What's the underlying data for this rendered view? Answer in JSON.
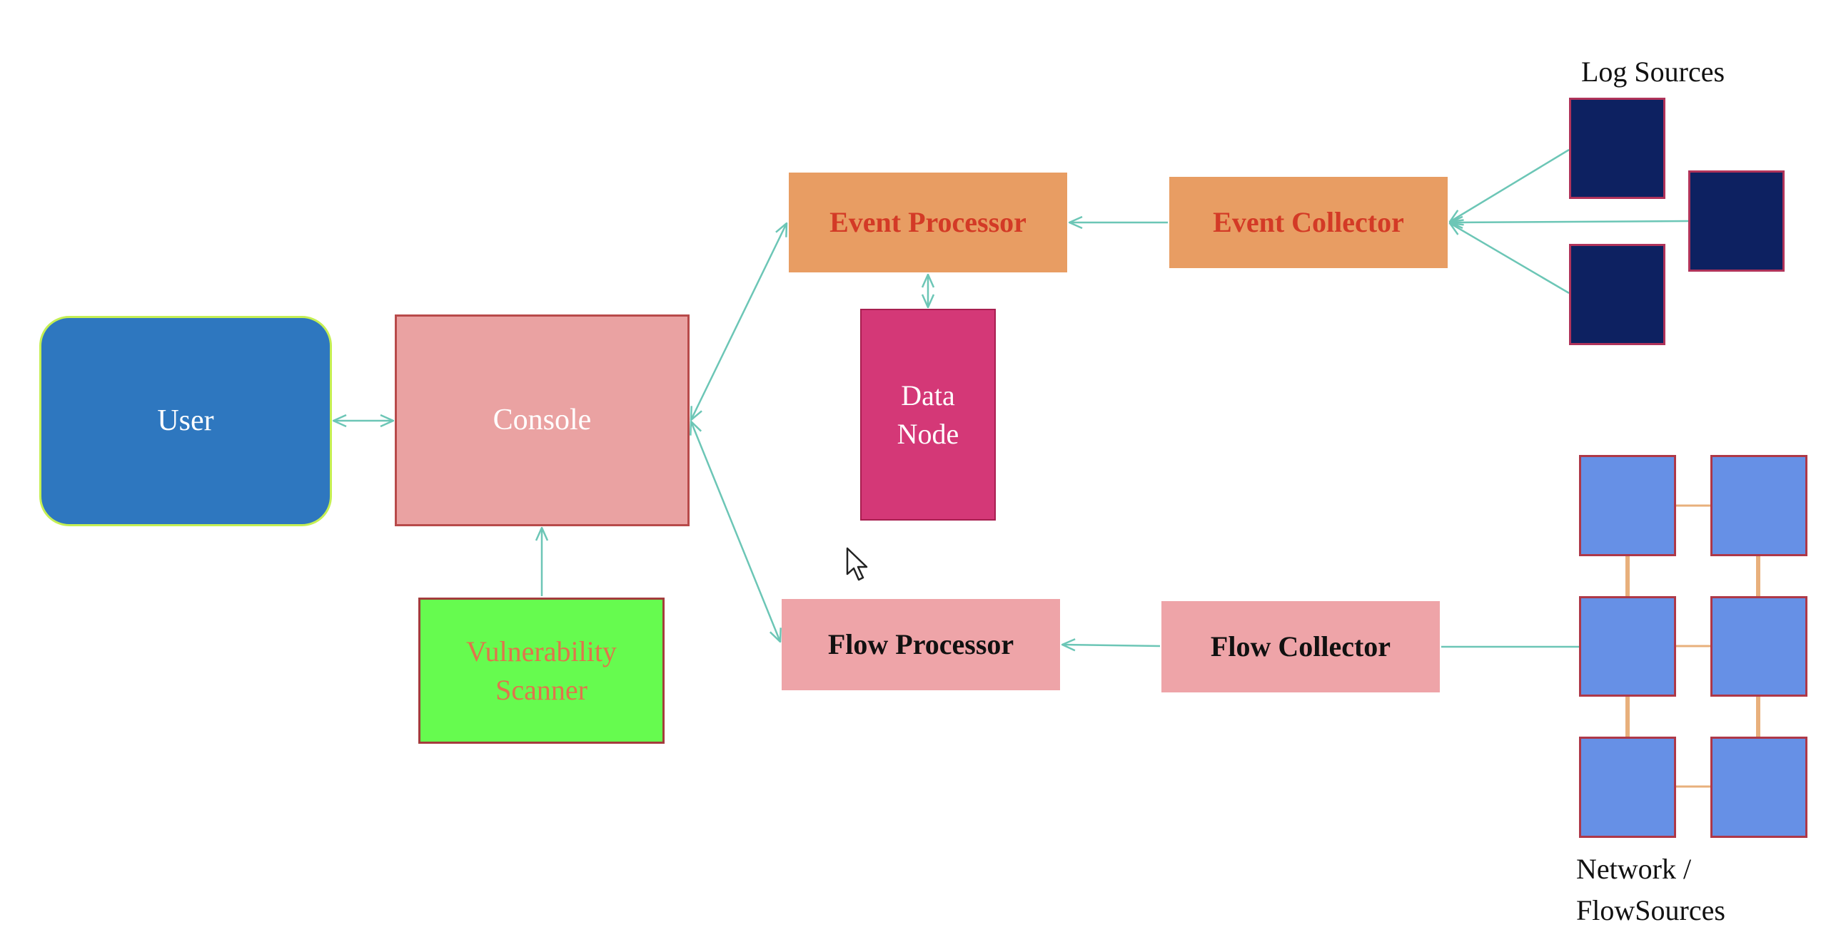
{
  "diagram": {
    "nodes": {
      "user": "User",
      "console": "Console",
      "vulnerability_scanner": [
        "Vulnerability",
        "Scanner"
      ],
      "event_processor": "Event Processor",
      "data_node": [
        "Data",
        "Node"
      ],
      "event_collector": "Event Collector",
      "flow_processor": "Flow Processor",
      "flow_collector": "Flow Collector"
    },
    "groups": {
      "log_sources": "Log Sources",
      "network_flow_sources": [
        "Network /",
        "FlowSources"
      ]
    },
    "edges": [
      {
        "from": "User",
        "to": "Console",
        "direction": "both"
      },
      {
        "from": "Vulnerability Scanner",
        "to": "Console",
        "direction": "forward"
      },
      {
        "from": "Console",
        "to": "Event Processor",
        "direction": "both"
      },
      {
        "from": "Console",
        "to": "Flow Processor",
        "direction": "both"
      },
      {
        "from": "Event Processor",
        "to": "Data Node",
        "direction": "both"
      },
      {
        "from": "Event Collector",
        "to": "Event Processor",
        "direction": "forward"
      },
      {
        "from": "Log Sources",
        "to": "Event Collector",
        "direction": "forward"
      },
      {
        "from": "Flow Collector",
        "to": "Flow Processor",
        "direction": "forward"
      },
      {
        "from": "Network / FlowSources",
        "to": "Flow Collector",
        "direction": "none"
      }
    ]
  },
  "colors": {
    "connector": "#6cc6b6",
    "user_fill": "#2e77bf",
    "console_fill": "#eaa2a2",
    "scanner_fill": "#66fb4f",
    "event_fill": "#e89d63",
    "event_text": "#d33a26",
    "data_node_fill": "#d43877",
    "flow_fill": "#eea4a8",
    "log_source_fill": "#0d2161",
    "flow_source_fill": "#6690e6",
    "flow_source_link": "#e8b07c"
  },
  "icons": {
    "pointer": "mouse-pointer-icon"
  }
}
